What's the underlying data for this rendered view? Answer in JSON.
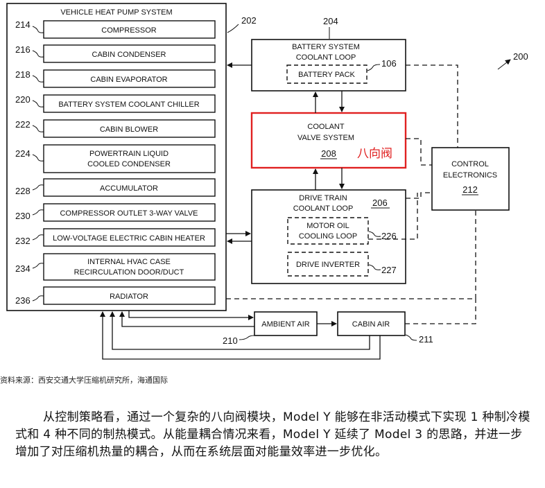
{
  "system": {
    "title": "VEHICLE HEAT PUMP SYSTEM",
    "ref": "202",
    "components": [
      {
        "ref": "214",
        "label": "COMPRESSOR"
      },
      {
        "ref": "216",
        "label": "CABIN CONDENSER"
      },
      {
        "ref": "218",
        "label": "CABIN EVAPORATOR"
      },
      {
        "ref": "220",
        "label": "BATTERY SYSTEM COOLANT CHILLER"
      },
      {
        "ref": "222",
        "label": "CABIN BLOWER"
      },
      {
        "ref": "224",
        "label": "POWERTRAIN LIQUID",
        "label2": "COOLED CONDENSER"
      },
      {
        "ref": "228",
        "label": "ACCUMULATOR"
      },
      {
        "ref": "230",
        "label": "COMPRESSOR OUTLET 3-WAY VALVE"
      },
      {
        "ref": "232",
        "label": "LOW-VOLTAGE ELECTRIC CABIN HEATER"
      },
      {
        "ref": "234",
        "label": "INTERNAL HVAC CASE",
        "label2": "RECIRCULATION DOOR/DUCT"
      },
      {
        "ref": "236",
        "label": "RADIATOR"
      }
    ]
  },
  "battery_loop": {
    "ref": "204",
    "line1": "BATTERY SYSTEM",
    "line2": "COOLANT LOOP",
    "pack_label": "BATTERY PACK",
    "pack_ref": "106"
  },
  "valve": {
    "line1": "COOLANT",
    "line2": "VALVE SYSTEM",
    "ref": "208",
    "annotation": "八向阀",
    "highlight_color": "#e02020"
  },
  "drive_loop": {
    "line1": "DRIVE TRAIN",
    "line2": "COOLANT LOOP",
    "ref": "206",
    "motor_line1": "MOTOR OIL",
    "motor_line2": "COOLING LOOP",
    "motor_ref": "226",
    "inverter_label": "DRIVE INVERTER",
    "inverter_ref": "227"
  },
  "control": {
    "line1": "CONTROL",
    "line2": "ELECTRONICS",
    "ref": "212"
  },
  "ambient": {
    "label": "AMBIENT AIR",
    "ref": "210"
  },
  "cabin_air": {
    "label": "CABIN AIR",
    "ref": "211"
  },
  "figure_ref": "200",
  "source": "资料来源：西安交通大学压缩机研究所，海通国际",
  "paragraph": "从控制策略看，通过一个复杂的八向阀模块，Model Y 能够在非活动模式下实现 1 种制冷模式和 4 种不同的制热模式。从能量耦合情况来看，Model Y 延续了 Model 3 的思路，并进一步增加了对压缩机热量的耦合，从而在系统层面对能量效率进一步优化。"
}
